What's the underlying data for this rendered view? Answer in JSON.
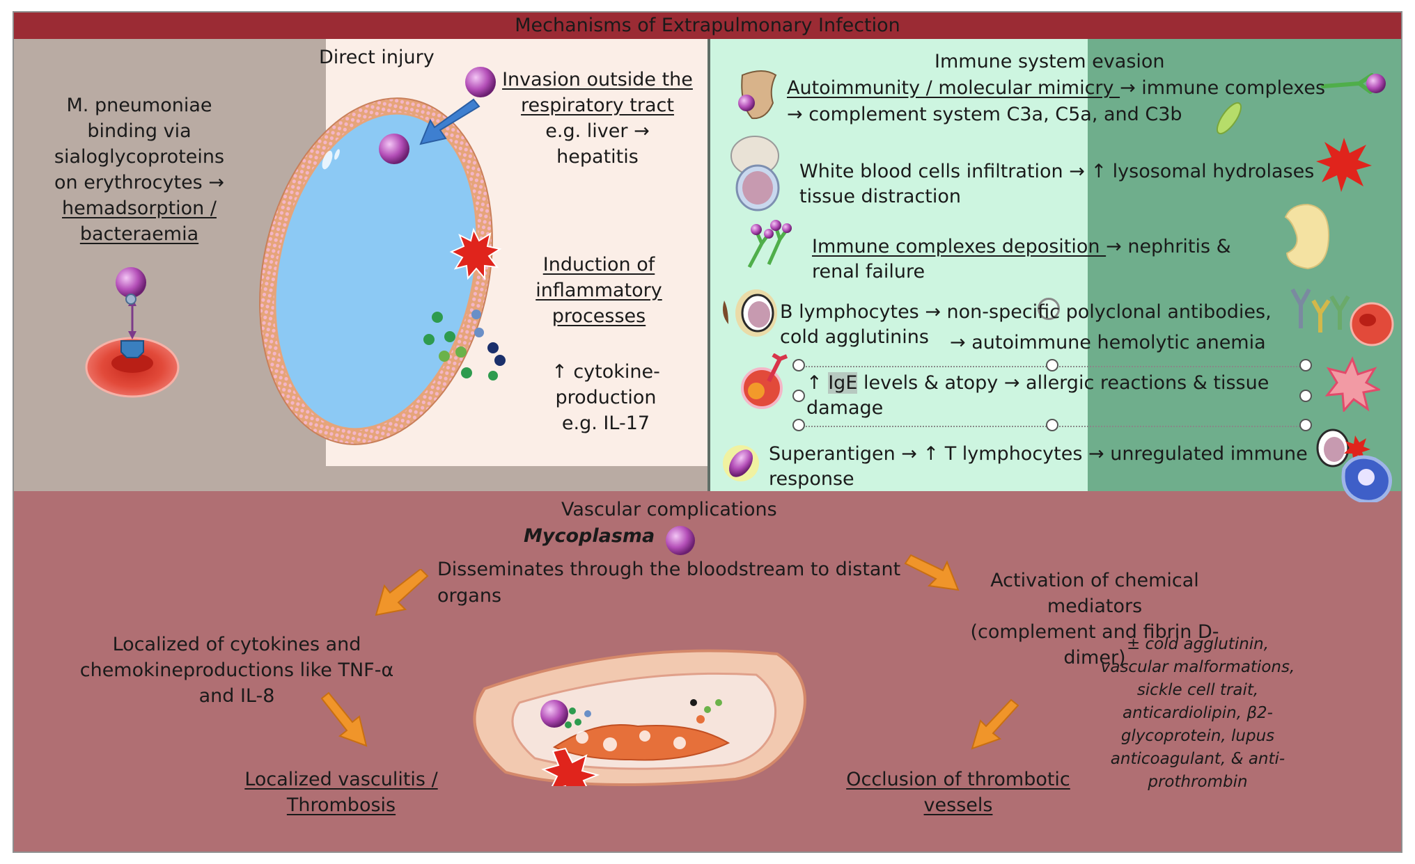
{
  "title": "Mechanisms of Extrapulmonary Infection",
  "left": {
    "text1": "M. pneumoniae",
    "text2": "binding via",
    "text3": "sialoglycoproteins",
    "text4": "on erythrocytes →",
    "text5": "hemadsorption /",
    "text6": "bacteraemia"
  },
  "center": {
    "direct_injury": "Direct injury",
    "invasion1": "Invasion outside the",
    "invasion2": "respiratory tract",
    "invasion3": "e.g. liver →",
    "invasion4": "hepatitis",
    "induction1": "Induction of",
    "induction2": "inflammatory",
    "induction3": "processes",
    "cytokine1": "↑ cytokine-",
    "cytokine2": "production",
    "cytokine3": "e.g. IL-17"
  },
  "right": {
    "heading": "Immune system evasion",
    "auto_a": "Autoimmunity / molecular mimicry ",
    "auto_b": "→ immune complexes",
    "auto_c": "→ complement system  C3a, C5a, and C3b",
    "wbc_a": "White blood cells infiltration → ↑ lysosomal hydrolases",
    "wbc_b": "tissue distraction",
    "icd_a": "Immune complexes deposition ",
    "icd_b": "→ nephritis &",
    "icd_c": "renal failure",
    "bl_a": "B lymphocytes → non-specific polyclonal antibodies,",
    "bl_b": "cold agglutinins",
    "bl_c": "→ autoimmune hemolytic anemia",
    "ige_a": "↑ ",
    "ige_b": "IgE",
    "ige_c": " levels & atopy → allergic reactions & tissue",
    "ige_d": "damage",
    "sa_a": "Superantigen → ↑ T lymphocytes → unregulated immune",
    "sa_b": "response"
  },
  "bottom": {
    "heading": "Vascular complications",
    "mycoplasma": "Mycoplasma",
    "dissem1": "Disseminates through the bloodstream to distant",
    "dissem2": "organs",
    "activation1": "Activation of chemical mediators",
    "activation2": "(complement and fibrin D-dimer)",
    "localized1": "Localized of cytokines and",
    "localized2": "chemokineproductions like TNF-α",
    "localized3": "and IL-8",
    "vasculitis1": "Localized vasculitis /",
    "vasculitis2": "Thrombosis",
    "risk1": "± cold agglutinin,",
    "risk2": "vascular malformations,",
    "risk3": "sickle cell trait,",
    "risk4": "anticardiolipin, β2-",
    "risk5": "glycoprotein, lupus",
    "risk6": "anticoagulant, & anti-",
    "risk7": "prothrombin",
    "occlusion1": "Occlusion of thrombotic",
    "occlusion2": "vessels"
  },
  "colors": {
    "title_bar": "#9b2b34",
    "left_panel": "#b9aba3",
    "center_panel": "#fbeee7",
    "right_light": "#cdf5e0",
    "right_dark": "#6fae8c",
    "bottom_panel": "#b06f73",
    "arrow_orange": "#f0952a",
    "mycoplasma_purple": "#b44fb8"
  }
}
